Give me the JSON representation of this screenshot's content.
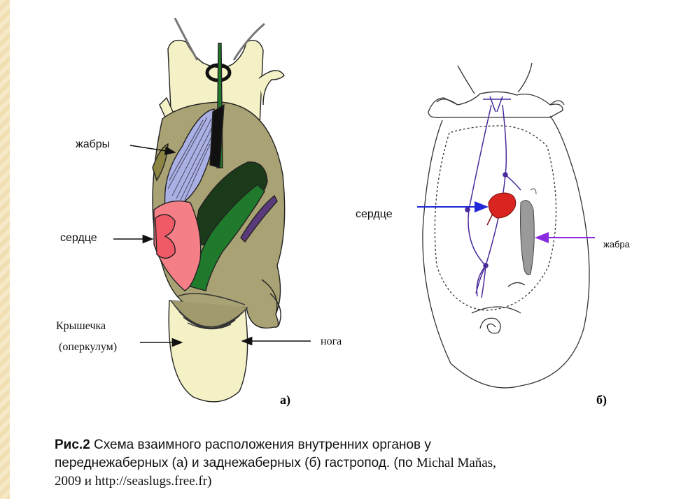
{
  "labels_a": {
    "gills": "жабры",
    "heart": "сердце",
    "operculum_line1": "Крышечка",
    "operculum_line2": "(оперкулум)",
    "foot": "нога",
    "panel": "а)"
  },
  "labels_b": {
    "heart": "сердце",
    "gill": "жабра",
    "panel": "б)"
  },
  "caption": {
    "fig_label": "Рис.2",
    "text_line1": " Схема взаимного расположения внутренних органов у",
    "text_line2": "переднежаберных (а) и заднежаберных (б) гастропод. (по ",
    "author": "Michal Maňas,",
    "text_line3": "2009 и http://seaslugs.free.fr)"
  },
  "colors": {
    "body_light": "#f5f1c6",
    "mantle": "#a9a274",
    "gill": "#aab0e4",
    "heart": "#f47f86",
    "gut": "#1f7a2b",
    "heart_b": "#d9241f",
    "vessels_b": "#4a2a9a",
    "arrow_blue": "#2028d8",
    "arrow_violet": "#8a2be2"
  }
}
